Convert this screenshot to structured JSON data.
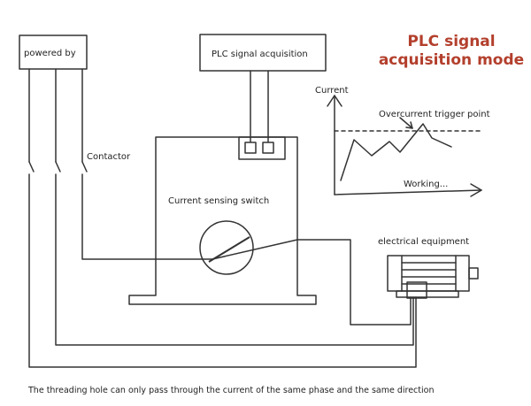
{
  "title": {
    "line1": "PLC signal",
    "line2": "acquisition mode",
    "color": "#b33f2c"
  },
  "labels": {
    "powered_by": "powered by",
    "plc_box": "PLC signal acquisition",
    "contactor": "Contactor",
    "sensing_switch": "Current sensing switch",
    "equipment": "electrical equipment"
  },
  "graph": {
    "y_label": "Current",
    "trigger_label": "Overcurrent trigger point",
    "x_label": "Working..."
  },
  "caption": "The threading hole can only pass through the current of the same phase and the same direction",
  "icons": {
    "sensor": "current-sensor-ring-icon",
    "motor": "motor-icon"
  }
}
